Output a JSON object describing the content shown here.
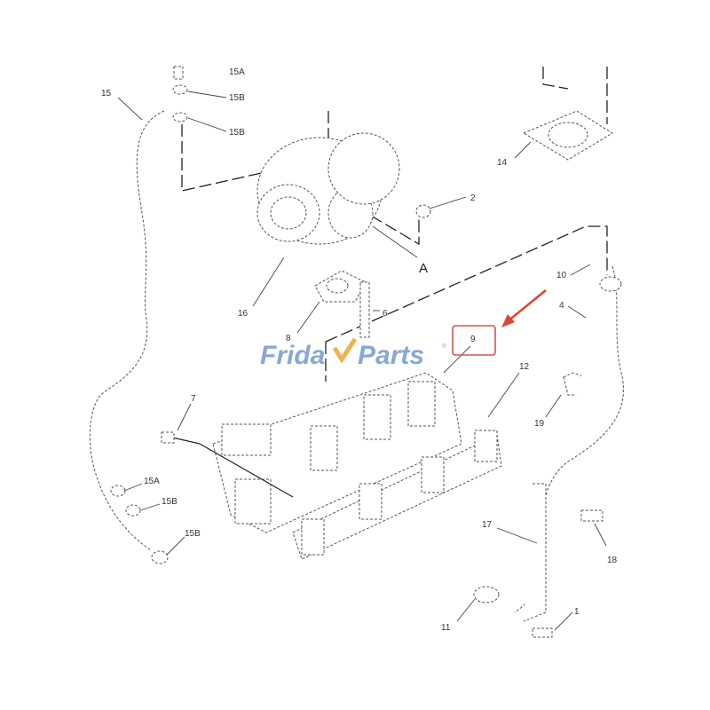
{
  "diagram": {
    "labels": {
      "l15A_top": "15A",
      "l15B_top1": "15B",
      "l15B_top2": "15B",
      "l15": "15",
      "l14": "14",
      "l2": "2",
      "lA": "A",
      "l10": "10",
      "l4": "4",
      "l16": "16",
      "l8": "8",
      "l6": "6",
      "l9": "9",
      "l12": "12",
      "l7": "7",
      "l19": "19",
      "l15A_bot": "15A",
      "l15B_bot1": "15B",
      "l15B_bot2": "15B",
      "l17": "17",
      "l18": "18",
      "l11": "11",
      "l1": "1"
    },
    "highlight": {
      "part": "9",
      "color": "#d9534f"
    },
    "arrow_color": "#e0452f"
  },
  "watermark": {
    "brand": "FridayParts",
    "brand_color": "#7a9fd0",
    "accent_color": "#f2a93b",
    "registered": "®"
  }
}
